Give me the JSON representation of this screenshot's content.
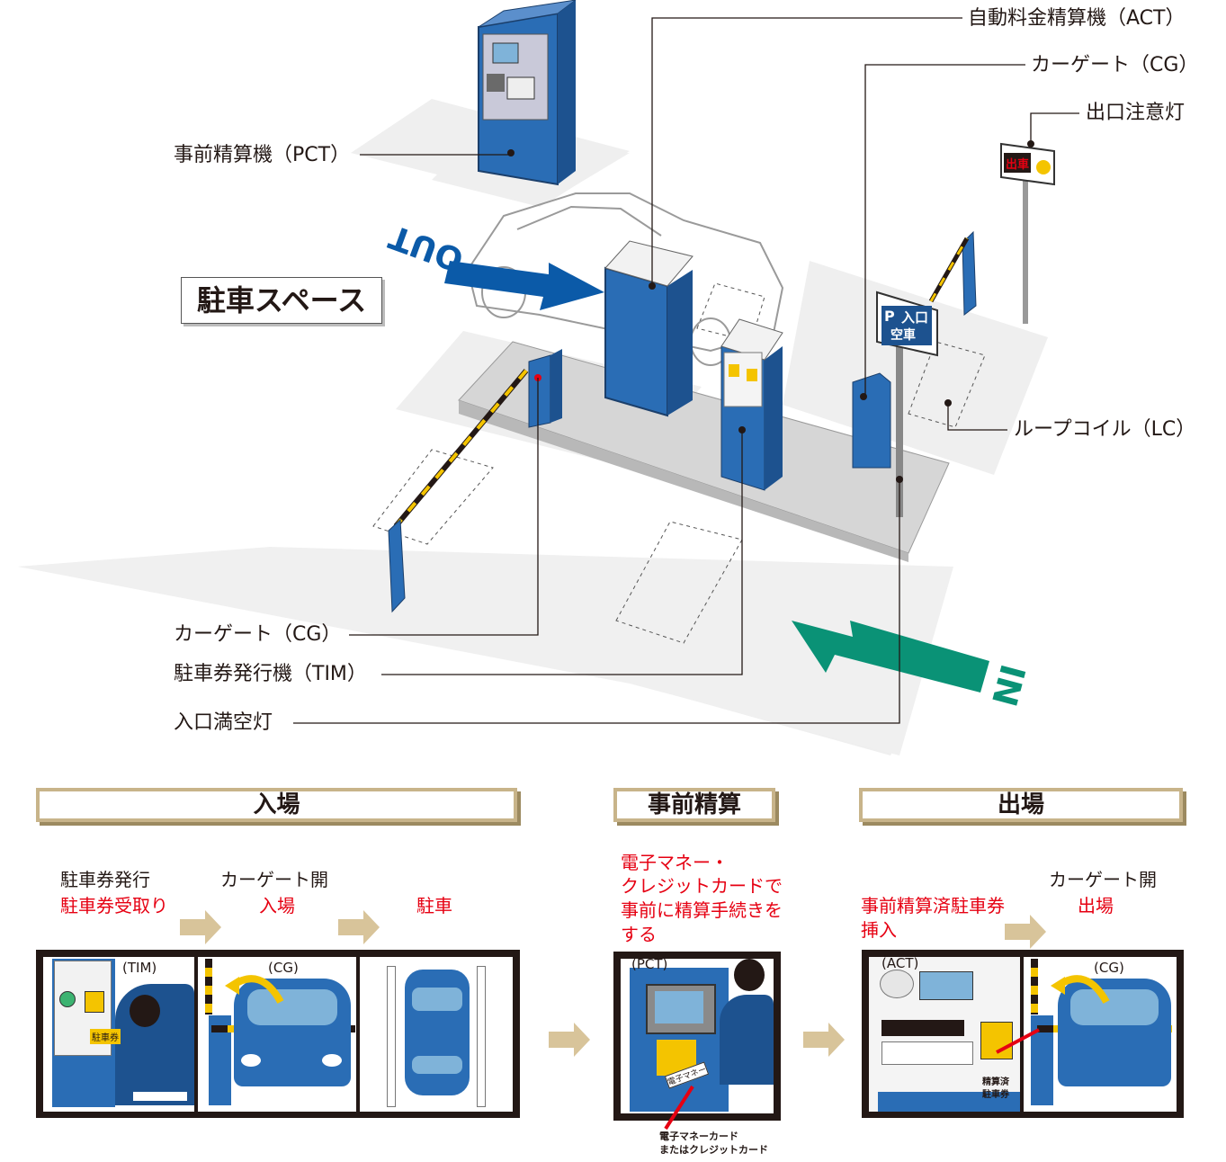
{
  "callouts": {
    "act": "自動料金精算機（ACT）",
    "cg_top": "カーゲート（CG）",
    "exit_light": "出口注意灯",
    "pct": "事前精算機（PCT）",
    "loop_coil": "ループコイル（LC）",
    "cg_bottom": "カーゲート（CG）",
    "tim": "駐車券発行機（TIM）",
    "entry_light": "入口満空灯"
  },
  "parking_space_label": "駐車スペース",
  "out_label": "OUT",
  "in_label": "IN",
  "sign": {
    "p": "P",
    "entrance": "入口",
    "vacant": "空車"
  },
  "exit_sign_text": "出車",
  "sections": {
    "entry": "入場",
    "prepay": "事前精算",
    "exit": "出場"
  },
  "steps": {
    "entry_1_line1": "駐車券発行",
    "entry_1_line2": "駐車券受取り",
    "entry_2_line1": "カーゲート開",
    "entry_2_line2": "入場",
    "entry_3": "駐車",
    "prepay_line1": "電子マネー・",
    "prepay_line2": "クレジットカードで",
    "prepay_line3": "事前に精算手続きを",
    "prepay_line4": "する",
    "exit_1_line1": "事前精算済駐車券",
    "exit_1_line2": "挿入",
    "exit_2_line1": "カーゲート開",
    "exit_2_line2": "出場"
  },
  "panel_tags": {
    "tim": "(TIM)",
    "cg1": "(CG)",
    "pct": "(PCT)",
    "act": "(ACT)",
    "cg2": "(CG)"
  },
  "panel_texts": {
    "ticket": "駐車券",
    "emoney_badge": "電子マネー",
    "card_note_line1": "電子マネーカード",
    "card_note_line2": "またはクレジットカード",
    "paid_ticket_line1": "精算済",
    "paid_ticket_line2": "駐車券"
  },
  "colors": {
    "machine_blue": "#2a6db5",
    "arrow_out": "#0b5aa8",
    "arrow_in": "#0a9276",
    "banner_border": "#c8b48a",
    "step_arrow": "#d8c49a",
    "red_text": "#e60012"
  }
}
